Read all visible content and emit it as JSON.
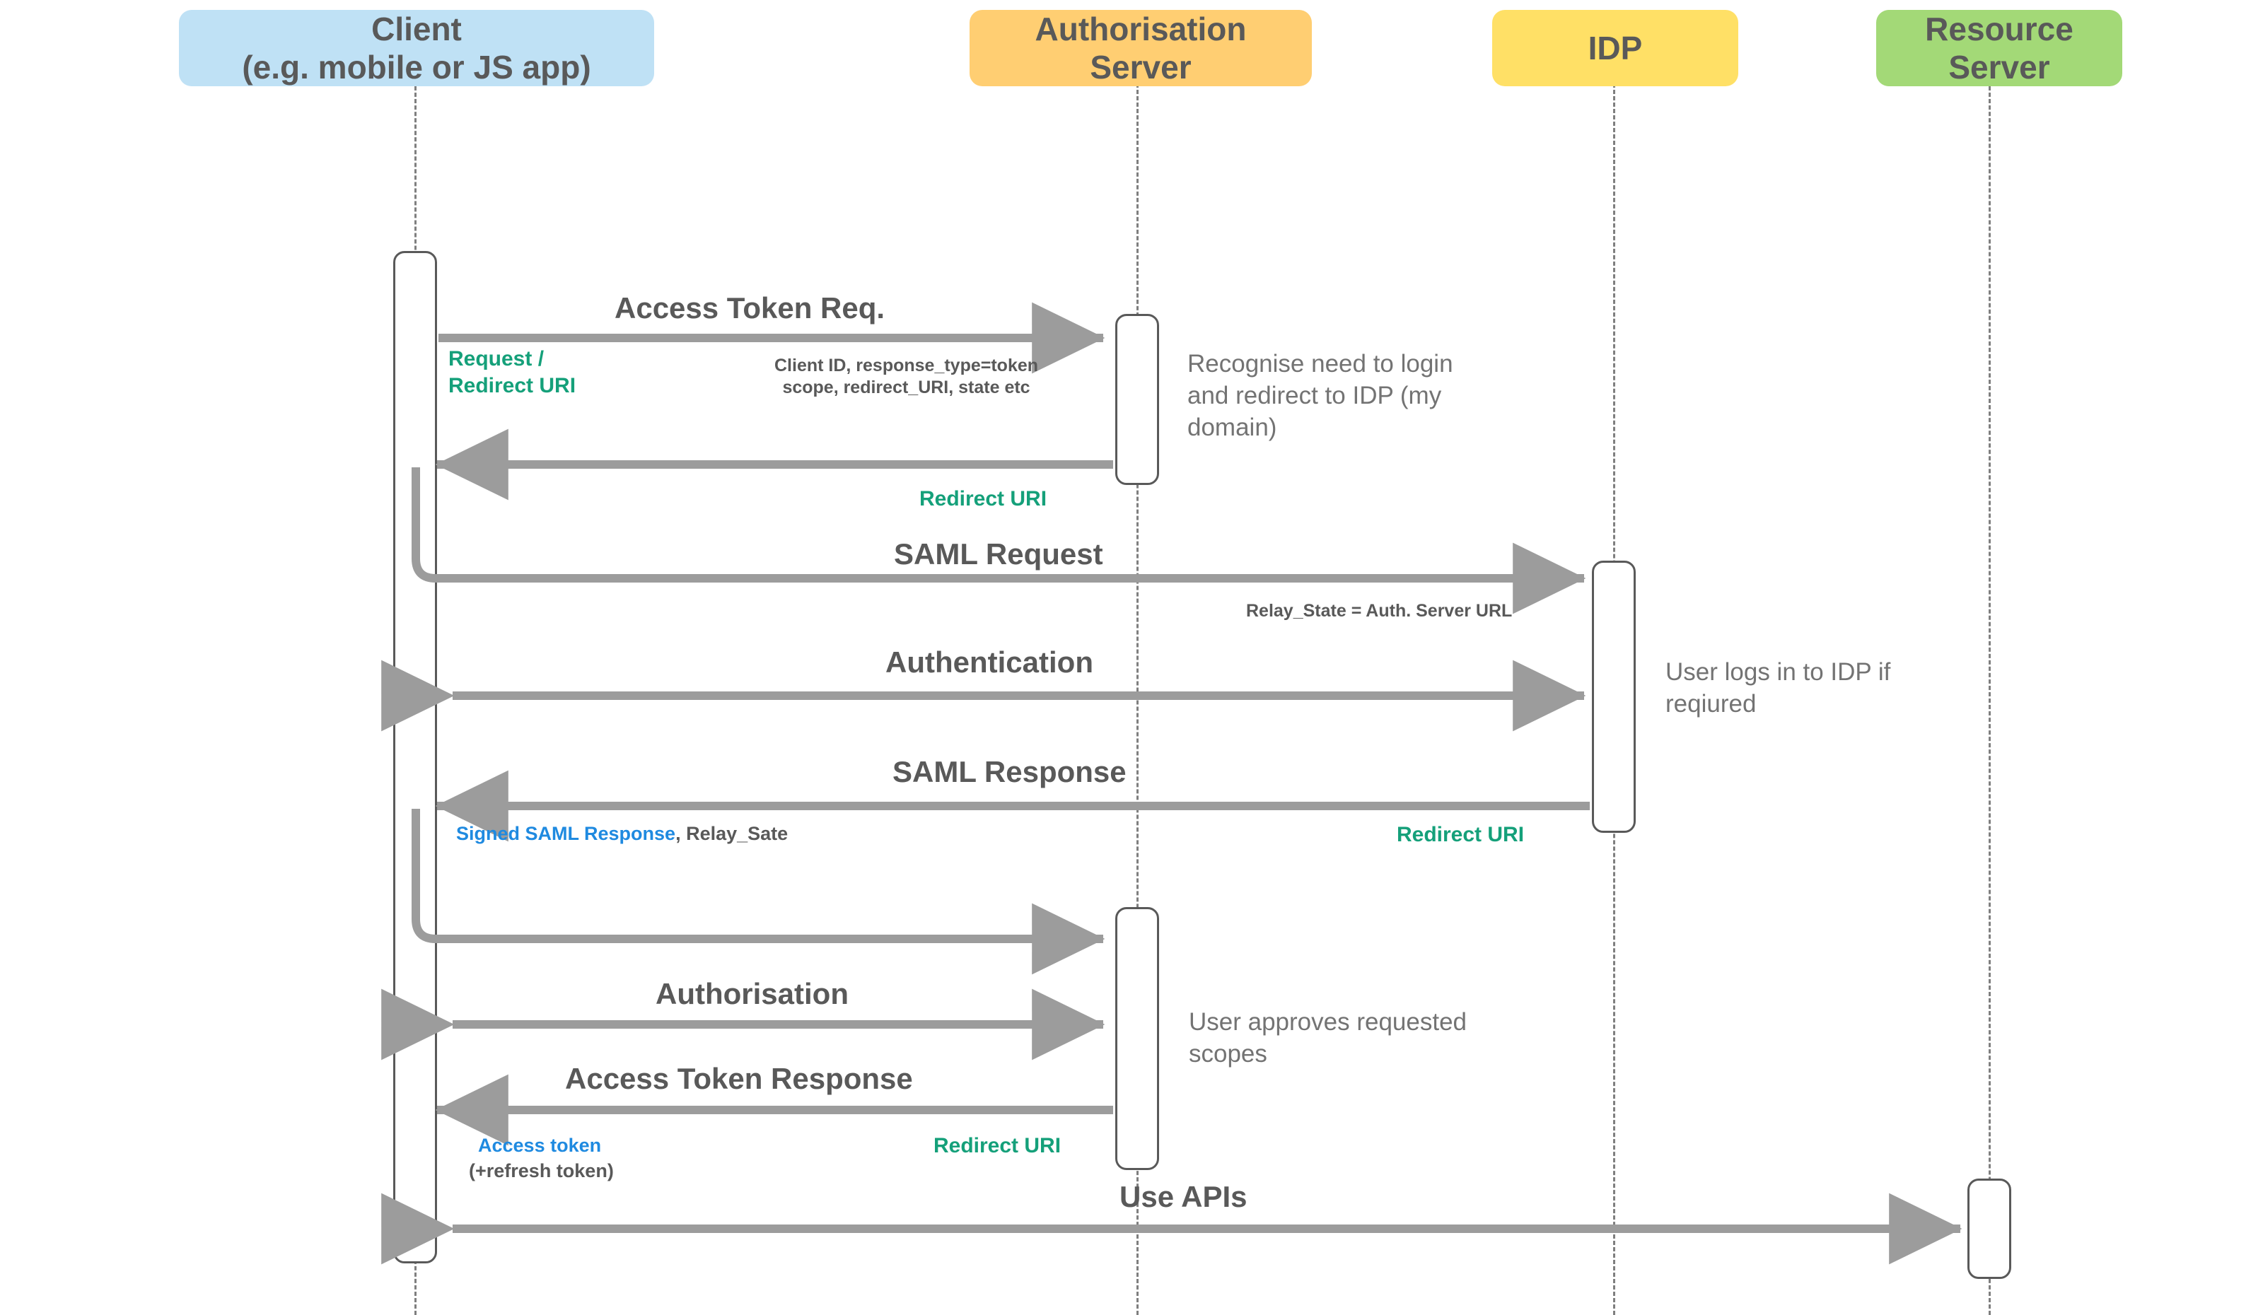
{
  "diagram": {
    "title": "OAuth 2.0 implicit flow with SAML federation sequence diagram",
    "type": "sequence-diagram",
    "colors": {
      "client_box": "#BFE1F5",
      "auth_server_box": "#FFCE72",
      "idp_box": "#FFE066",
      "resource_server_box": "#A3D977",
      "arrow": "#9c9c9c",
      "text": "#595959",
      "annotation_green": "#15a07a",
      "annotation_blue": "#1f8ae0",
      "lifeline": "#7f7f7f"
    }
  },
  "participants": [
    {
      "id": "client",
      "label": "Client\n(e.g. mobile or JS app)"
    },
    {
      "id": "auth_server",
      "label": "Authorisation\nServer"
    },
    {
      "id": "idp",
      "label": "IDP"
    },
    {
      "id": "resource_server",
      "label": "Resource\nServer"
    }
  ],
  "messages": [
    {
      "id": "access_token_req",
      "label": "Access Token Req."
    },
    {
      "id": "redirect_back",
      "label": ""
    },
    {
      "id": "saml_request",
      "label": "SAML Request"
    },
    {
      "id": "authentication",
      "label": "Authentication"
    },
    {
      "id": "saml_response",
      "label": "SAML Response"
    },
    {
      "id": "post_saml_to_auth",
      "label": ""
    },
    {
      "id": "authorisation",
      "label": "Authorisation"
    },
    {
      "id": "access_token_response",
      "label": "Access Token Response"
    },
    {
      "id": "use_apis",
      "label": "Use APIs"
    }
  ],
  "annotations": {
    "request_redirect_uri": "Request /\nRedirect URI",
    "access_token_req_params": "Client ID, response_type=token\nscope, redirect_URI, state etc",
    "redirect_uri_1": "Redirect URI",
    "relay_state": "Relay_State = Auth. Server URL",
    "signed_saml_response_blue": "Signed SAML Response",
    "signed_saml_response_grey": ", Relay_Sate",
    "redirect_uri_2": "Redirect URI",
    "access_token_blue": "Access token",
    "refresh_token_grey": "(+refresh token)",
    "redirect_uri_3": "Redirect URI"
  },
  "notes": [
    {
      "id": "note_recognise",
      "text": " Recognise need to login\nand redirect to IDP (my\ndomain)"
    },
    {
      "id": "note_user_login",
      "text": "User logs in to IDP if\nreqiured"
    },
    {
      "id": "note_approve",
      "text": "User approves requested\nscopes"
    }
  ]
}
